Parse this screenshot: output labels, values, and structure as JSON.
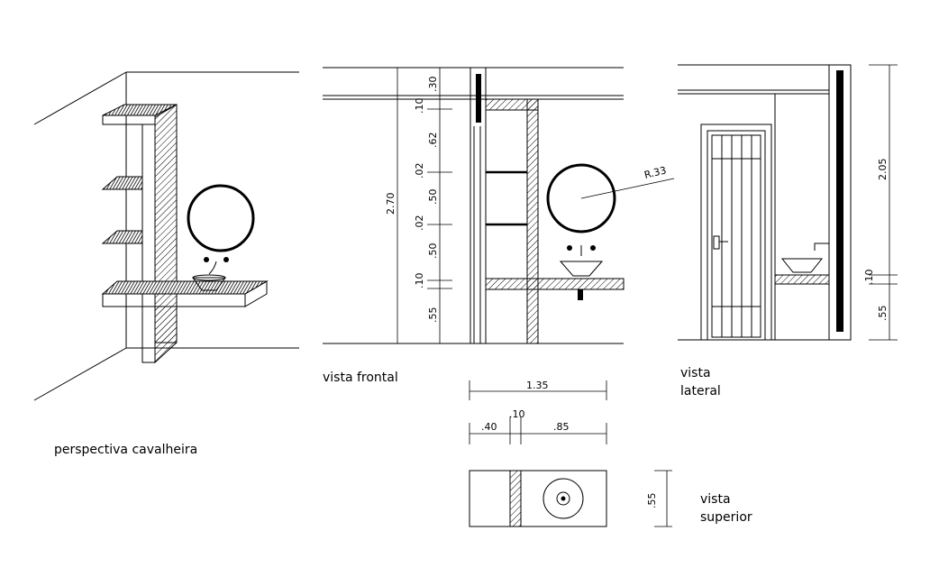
{
  "labels": {
    "perspective": "perspectiva cavalheira",
    "front_view": "vista frontal",
    "side_view_1": "vista",
    "side_view_2": "lateral",
    "top_view_1": "vista",
    "top_view_2": "superior"
  },
  "front_dims": {
    "d030": ".30",
    "d010a": ".10",
    "d062": ".62",
    "d002a": ".02",
    "d050a": ".50",
    "d002b": ".02",
    "d050b": ".50",
    "d010b": ".10",
    "d055": ".55",
    "total": "2.70",
    "radius": "R.33"
  },
  "side_dims": {
    "d205": "2.05",
    "d010": ".10",
    "d055": ".55"
  },
  "top_dims": {
    "width": "1.35",
    "d040": ".40",
    "d010": ".10",
    "d085": ".85",
    "depth": ".55"
  }
}
